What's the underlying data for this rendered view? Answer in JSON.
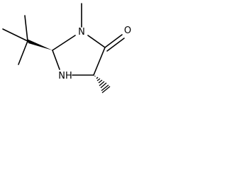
{
  "molecule": {
    "atoms": {
      "n3": "N",
      "n1": "NH",
      "o": "O"
    }
  },
  "colors": {
    "bond": "#000000",
    "text": "#000000",
    "background": "#ffffff"
  }
}
